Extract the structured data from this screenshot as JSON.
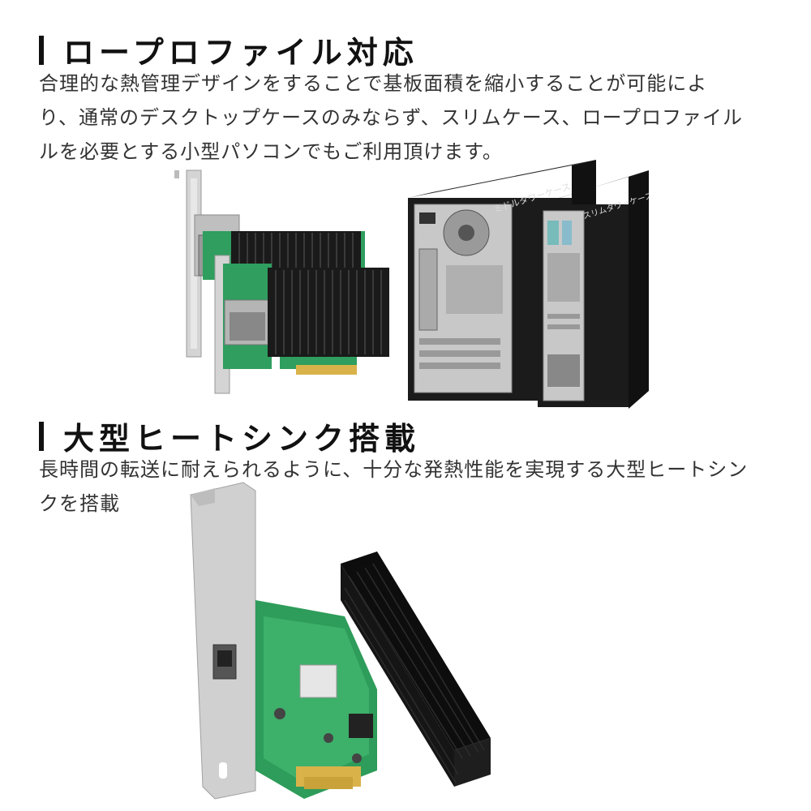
{
  "section1": {
    "title": "ロープロファイル対応",
    "body_lines": [
      "合理的な熱管理デザインをすることで基板面積を縮小することが可能によ",
      "り、通常のデスクトップケースのみならず、スリムケース、ロープロファイル",
      "ルを必要とする小型パソコンでもご利用頂けます。"
    ],
    "case_labels": {
      "middle": "ミドルタワーケース",
      "slim": "スリムタワーケース"
    }
  },
  "section2": {
    "title": "大型ヒートシンク搭載",
    "body_lines": [
      "長時間の転送に耐えられるように、十分な発熱性能を実現する大型ヒートシン",
      "クを搭載"
    ]
  }
}
